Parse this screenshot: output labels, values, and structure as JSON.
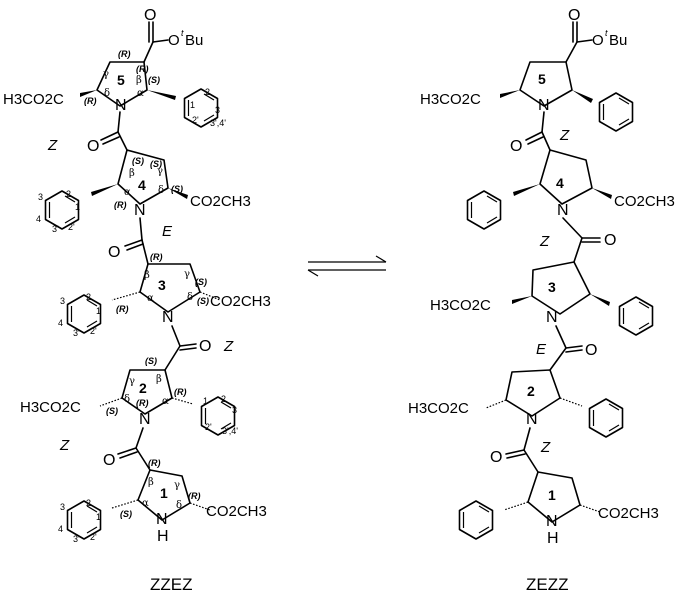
{
  "left": {
    "caption": "ZZEZ",
    "ring5": {
      "number": "5",
      "cfg_top_left": "(R)",
      "cfg_top_right": "(R)",
      "cfg_bottom_left": "(R)",
      "cfg_bottom_right": "(S)",
      "greek_g": "γ",
      "greek_b": "β",
      "greek_d": "δ",
      "greek_a": "α"
    },
    "ester_tbu_o": "O",
    "ester_tbu_grp": "O",
    "ester_tbu_sup": "t",
    "ester_tbu_bu": "Bu",
    "ester5_left": "H3CO2C",
    "n5": "N",
    "phenyl5_locs": [
      "1",
      "2",
      "3",
      "4'",
      "3'",
      "2'"
    ],
    "amide54_ez": "Z",
    "amide54_o": "O",
    "ring4": {
      "number": "4",
      "cfg_a": "(S)",
      "cfg_b": "(S)",
      "cfg_c": "(R)",
      "cfg_d": "(S)",
      "greek_b": "β",
      "greek_g": "γ",
      "greek_a": "α",
      "greek_d": "δ"
    },
    "ester4_right": "CO2CH3",
    "n4": "N",
    "phenyl4_locs": [
      "3",
      "2",
      "1",
      "4",
      "3'",
      "2'"
    ],
    "amide43_ez": "E",
    "amide43_o": "O",
    "ring3": {
      "number": "3",
      "cfg_a": "(R)",
      "cfg_b": "(S)",
      "cfg_c": "(R)",
      "cfg_d": "(S)",
      "greek_b": "β",
      "greek_g": "γ",
      "greek_a": "α",
      "greek_d": "δ"
    },
    "ester3_right": "CO2CH3",
    "n3": "N",
    "phenyl3_locs": [
      "3",
      "2",
      "1",
      "4",
      "3'",
      "2'"
    ],
    "amide32_ez": "Z",
    "amide32_o": "O",
    "ring2": {
      "number": "2",
      "cfg_a": "(S)",
      "cfg_b": "(R)",
      "cfg_c": "(S)",
      "cfg_d": "(R)",
      "greek_g": "γ",
      "greek_b": "β",
      "greek_d": "δ",
      "greek_a": "α"
    },
    "ester2_left": "H3CO2C",
    "n2": "N",
    "phenyl2_locs": [
      "1",
      "2",
      "3",
      "2'",
      "3'",
      "4'"
    ],
    "amide21_ez": "Z",
    "amide21_o": "O",
    "ring1": {
      "number": "1",
      "cfg_a": "(R)",
      "cfg_b": "(S)",
      "cfg_c": "(R)",
      "greek_b": "β",
      "greek_g": "γ",
      "greek_a": "α",
      "greek_d": "δ"
    },
    "ester1_right": "CO2CH3",
    "n1": "N",
    "h1": "H",
    "phenyl1_locs": [
      "3",
      "2",
      "1",
      "4",
      "3'",
      "2'"
    ]
  },
  "right": {
    "caption": "ZEZZ",
    "ester_tbu_o": "O",
    "ester_tbu_grp": "O",
    "ester_tbu_sup": "t",
    "ester_tbu_bu": "Bu",
    "ring5_number": "5",
    "ester5_left": "H3CO2C",
    "n5": "N",
    "amide54_ez": "Z",
    "amide54_o": "O",
    "ring4_number": "4",
    "ester4_right": "CO2CH3",
    "n4": "N",
    "amide43_ez": "Z",
    "amide43_o": "O",
    "ring3_number": "3",
    "ester3_left": "H3CO2C",
    "n3": "N",
    "amide32_ez": "E",
    "amide32_o": "O",
    "ring2_number": "2",
    "ester2_left": "H3CO2C",
    "n2": "N",
    "amide21_ez": "Z",
    "amide21_o": "O",
    "ring1_number": "1",
    "ester1_right": "CO2CH3",
    "n1": "N",
    "h1": "H"
  },
  "arrow": {
    "icon": "equilibrium-arrow-icon"
  }
}
